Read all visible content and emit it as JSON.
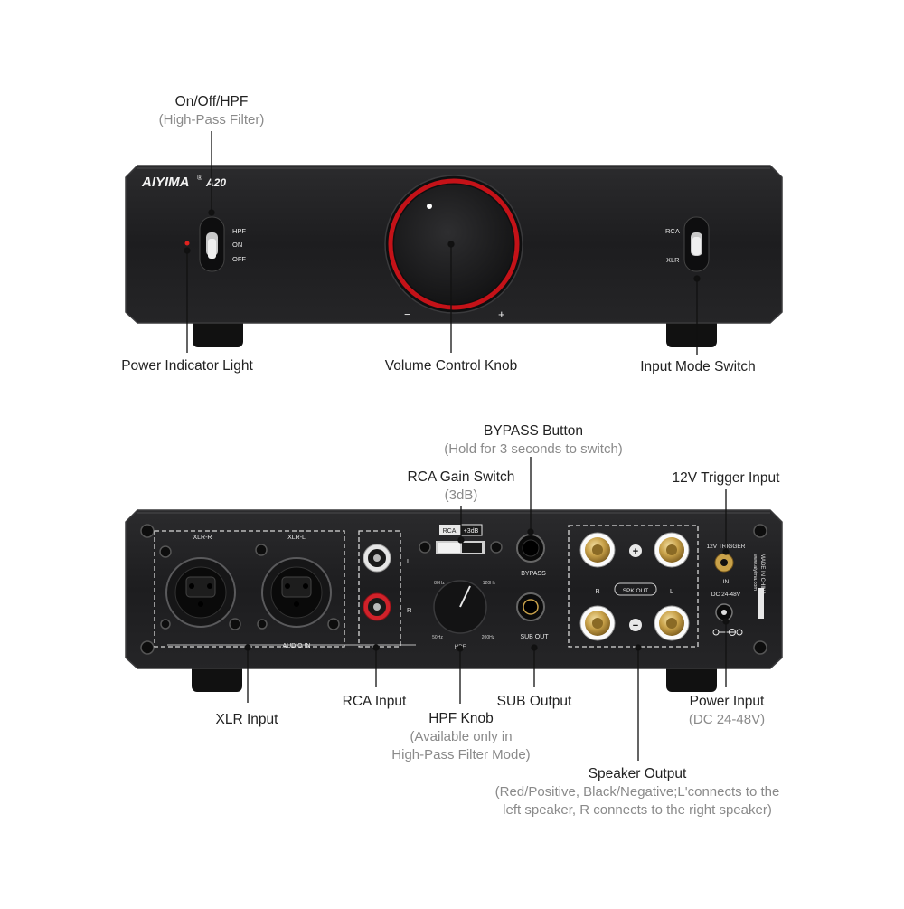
{
  "front": {
    "brand": "AIYIMA",
    "registered": "®",
    "model": "A20",
    "power_switch_labels": [
      "HPF",
      "ON",
      "OFF"
    ],
    "volume_marks": [
      "−",
      "+"
    ],
    "input_switch_labels": [
      "RCA",
      "XLR"
    ]
  },
  "back": {
    "xlr_labels": [
      "XLR-R",
      "XLR-L"
    ],
    "audio_in_label": "AUDIO IN",
    "rca_gain_labels": [
      "RCA",
      "+3dB"
    ],
    "rca_channel_labels": [
      "L",
      "R"
    ],
    "hpf_scale": [
      "80Hz",
      "120Hz",
      "50Hz",
      "200Hz"
    ],
    "hpf_label": "HPF",
    "bypass_label": "BYPASS",
    "sub_out_label": "SUB OUT",
    "speaker_polarity": [
      "+",
      "−"
    ],
    "speaker_channel_labels": [
      "R",
      "L"
    ],
    "spk_out_label": "SPK OUT",
    "trigger_label": "12V TRIGGER",
    "trigger_in_label": "IN",
    "dc_label": "DC 24-48V",
    "made_in": "MADE IN CHINA",
    "website": "www.aiyima.com"
  },
  "callouts": {
    "onoff": {
      "title": "On/Off/HPF",
      "subtitle": "(High-Pass Filter)"
    },
    "power_light": {
      "title": "Power Indicator Light"
    },
    "volume": {
      "title": "Volume Control Knob"
    },
    "input_mode": {
      "title": "Input Mode Switch"
    },
    "bypass": {
      "title": "BYPASS Button",
      "subtitle": "(Hold for 3 seconds to switch)"
    },
    "rca_gain": {
      "title": "RCA Gain Switch",
      "subtitle": "(3dB)"
    },
    "trigger": {
      "title": "12V Trigger Input"
    },
    "xlr": {
      "title": "XLR Input"
    },
    "rca": {
      "title": "RCA Input"
    },
    "hpf_knob": {
      "title": "HPF Knob",
      "subtitle": "(Available only in",
      "subtitle2": "High-Pass Filter Mode)"
    },
    "sub": {
      "title": "SUB Output"
    },
    "power_input": {
      "title": "Power Input",
      "subtitle": "(DC 24-48V)"
    },
    "speaker": {
      "title": "Speaker Output",
      "subtitle": "(Red/Positive, Black/Negative;L'connects to the",
      "subtitle2": "left speaker, R connects to the right speaker)"
    }
  },
  "colors": {
    "chassis": "#1f1f21",
    "chassis_edge": "#3a3a3c",
    "accent_red": "#c41218",
    "label_text": "#222222",
    "sub_text": "#8a8a8a",
    "gold": "#c9a24a"
  }
}
